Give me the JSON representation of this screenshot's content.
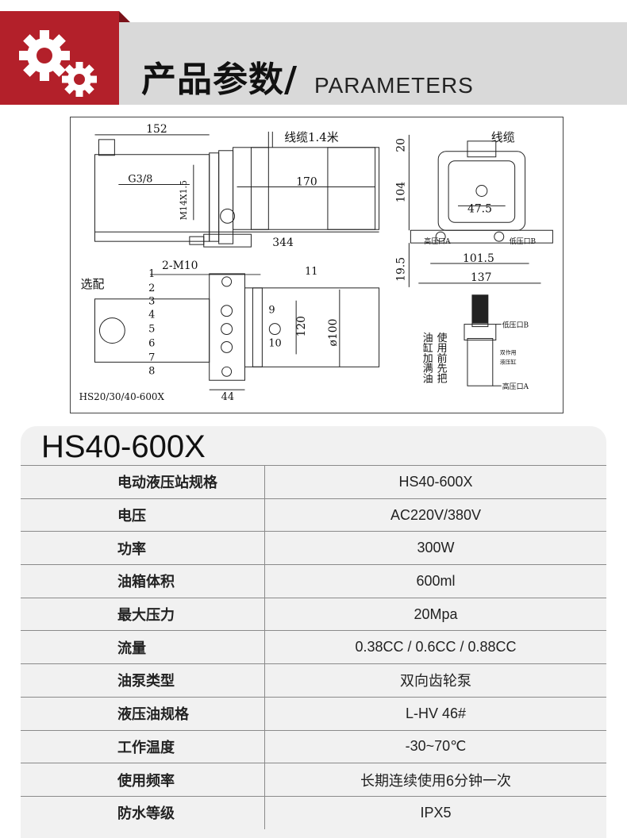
{
  "header": {
    "title": "产品参数/",
    "subtitle": "PARAMETERS",
    "accent_color": "#b3202a",
    "band_color": "#d9d9d9",
    "icon": "gears-icon"
  },
  "drawing": {
    "dim_152": "152",
    "cable_top": "线缆1.4米",
    "g38": "G3/8",
    "m14": "M14X1.5",
    "dim_170": "170",
    "dim_344": "344",
    "two_m10": "2-M10",
    "optional": "选配",
    "callouts": [
      "1",
      "2",
      "3",
      "4",
      "5",
      "6",
      "7",
      "8",
      "9",
      "10",
      "11"
    ],
    "dim_120": "120",
    "dim_100": "ø100",
    "dim_44": "44",
    "model_label": "HS20/30/40-600X",
    "cable_side": "线缆",
    "dim_20": "20",
    "dim_104": "104",
    "dim_47_5": "47.5",
    "port_a": "高压口A",
    "port_b": "低压口B",
    "dim_101_5": "101.5",
    "dim_19_5": "19.5",
    "dim_137": "137",
    "note_col1": "使用前先把",
    "note_col2": "油缸加满油",
    "cyl_low": "低压口B",
    "cyl_mid1": "双作用",
    "cyl_mid2": "液压缸",
    "cyl_high": "高压口A"
  },
  "spec": {
    "model": "HS40-600X",
    "rows": [
      {
        "label": "电动液压站规格",
        "value": "HS40-600X"
      },
      {
        "label": "电压",
        "value": "AC220V/380V"
      },
      {
        "label": "功率",
        "value": "300W"
      },
      {
        "label": "油箱体积",
        "value": "600ml"
      },
      {
        "label": "最大压力",
        "value": "20Mpa"
      },
      {
        "label": "流量",
        "value": "0.38CC / 0.6CC / 0.88CC"
      },
      {
        "label": "油泵类型",
        "value": "双向齿轮泵"
      },
      {
        "label": "液压油规格",
        "value": "L-HV 46#"
      },
      {
        "label": "工作温度",
        "value": "-30~70℃"
      },
      {
        "label": "使用频率",
        "value": "长期连续使用6分钟一次"
      },
      {
        "label": "防水等级",
        "value": "IPX5"
      }
    ]
  }
}
